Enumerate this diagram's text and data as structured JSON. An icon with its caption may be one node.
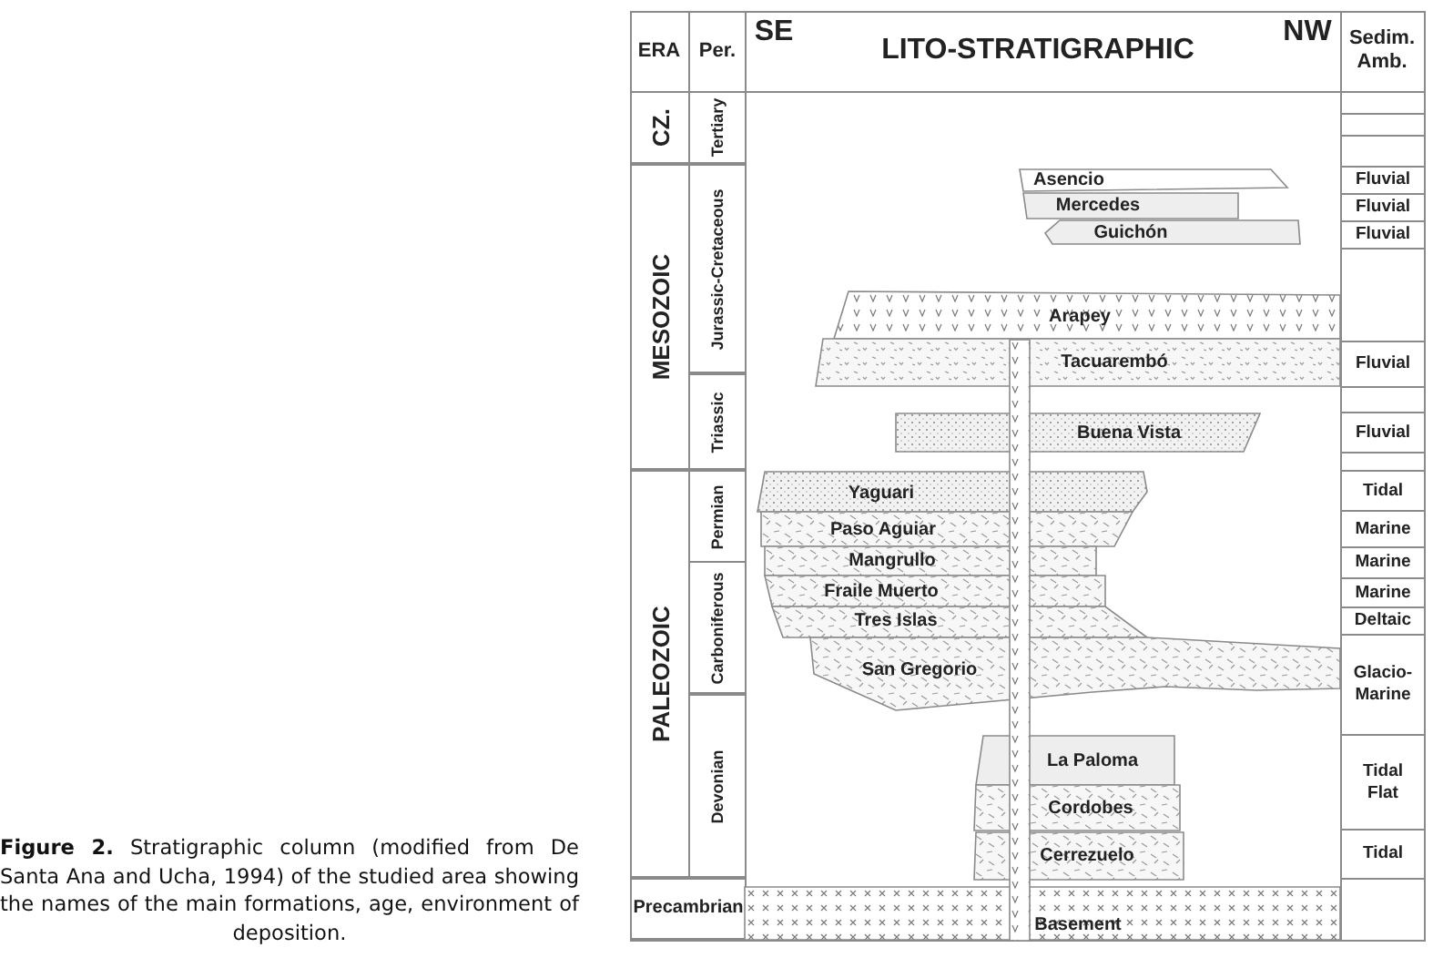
{
  "diagram": {
    "caption": "**Figure 2.** Stratigraphic column (modified from De Santa Ana and Ucha, 1994) of the studied area showing the names of the main formations, age, environment of deposition.",
    "nodes": [
      {
        "text": [
          "CZ."
        ]
      },
      {
        "text": [
          "MESOZOIC"
        ]
      },
      {
        "text": [
          "PALEOZOIC"
        ]
      },
      {
        "text": [
          "Precambrian"
        ]
      },
      {
        "text": [
          "Tertiary"
        ]
      },
      {
        "text": [
          "Jurassic-Cretaceous"
        ]
      },
      {
        "text": [
          "Triassic"
        ]
      },
      {
        "text": [
          "Permian"
        ]
      },
      {
        "text": [
          "Carboniferous"
        ]
      },
      {
        "text": [
          "Devonian"
        ]
      },
      {
        "text": [
          "Asencio"
        ]
      },
      {
        "text": [
          "Mercedes"
        ]
      },
      {
        "text": [
          "Guichón"
        ]
      },
      {
        "text": [
          "Arapey"
        ]
      },
      {
        "text": [
          "Tacuarembó"
        ]
      },
      {
        "text": [
          "Buena Vista"
        ]
      },
      {
        "text": [
          "Yaguari"
        ]
      },
      {
        "text": [
          "Paso Aguiar"
        ]
      },
      {
        "text": [
          "Mangrullo"
        ]
      },
      {
        "text": [
          "Fraile Muerto"
        ]
      },
      {
        "text": [
          "Tres Islas"
        ]
      },
      {
        "text": [
          "San Gregorio"
        ]
      },
      {
        "text": [
          "La Paloma"
        ]
      },
      {
        "text": [
          "Cordobes"
        ]
      },
      {
        "text": [
          "Cerrezuelo"
        ]
      },
      {
        "text": [
          "Basement"
        ]
      },
      {
        "text": [
          "Fluvial"
        ]
      },
      {
        "text": [
          "Fluvial"
        ]
      },
      {
        "text": [
          "Fluvial"
        ]
      },
      {
        "text": [
          "Fluvial"
        ]
      },
      {
        "text": [
          "Fluvial"
        ]
      },
      {
        "text": [
          "Tidal"
        ]
      },
      {
        "text": [
          "Marine"
        ]
      },
      {
        "text": [
          "Marine"
        ]
      },
      {
        "text": [
          "Marine"
        ]
      },
      {
        "text": [
          "Deltaic"
        ]
      },
      {
        "text": [
          "Glacio-Marine"
        ]
      },
      {
        "text": [
          "Tidal Flat"
        ]
      },
      {
        "text": [
          "Tidal"
        ]
      }
    ],
    "edges": [],
    "labels": [
      "ERA",
      "Per.",
      "SE",
      "LITO-STRATIGRAPHIC",
      "NW",
      "Sedim. Amb."
    ]
  }
}
